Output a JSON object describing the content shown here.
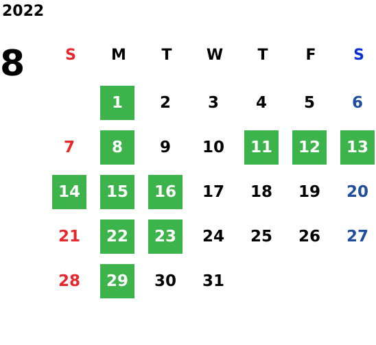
{
  "header": {
    "year": "2022",
    "month": "8"
  },
  "colors": {
    "sunday": "#e8262b",
    "saturday": "#1f4e9e",
    "saturday_header": "#0a2fd6",
    "weekday": "#000000",
    "highlight_bg": "#3cb44b",
    "highlight_text": "#ffffff"
  },
  "weekdays": [
    "S",
    "M",
    "T",
    "W",
    "T",
    "F",
    "S"
  ],
  "weeks": [
    [
      null,
      {
        "d": "1",
        "hl": true
      },
      {
        "d": "2"
      },
      {
        "d": "3"
      },
      {
        "d": "4"
      },
      {
        "d": "5"
      },
      {
        "d": "6"
      }
    ],
    [
      {
        "d": "7"
      },
      {
        "d": "8",
        "hl": true
      },
      {
        "d": "9"
      },
      {
        "d": "10"
      },
      {
        "d": "11",
        "hl": true
      },
      {
        "d": "12",
        "hl": true
      },
      {
        "d": "13",
        "hl": true
      }
    ],
    [
      {
        "d": "14",
        "hl": true
      },
      {
        "d": "15",
        "hl": true
      },
      {
        "d": "16",
        "hl": true
      },
      {
        "d": "17"
      },
      {
        "d": "18"
      },
      {
        "d": "19"
      },
      {
        "d": "20"
      }
    ],
    [
      {
        "d": "21"
      },
      {
        "d": "22",
        "hl": true
      },
      {
        "d": "23",
        "hl": true
      },
      {
        "d": "24"
      },
      {
        "d": "25"
      },
      {
        "d": "26"
      },
      {
        "d": "27"
      }
    ],
    [
      {
        "d": "28"
      },
      {
        "d": "29",
        "hl": true
      },
      {
        "d": "30"
      },
      {
        "d": "31"
      },
      null,
      null,
      null
    ]
  ]
}
